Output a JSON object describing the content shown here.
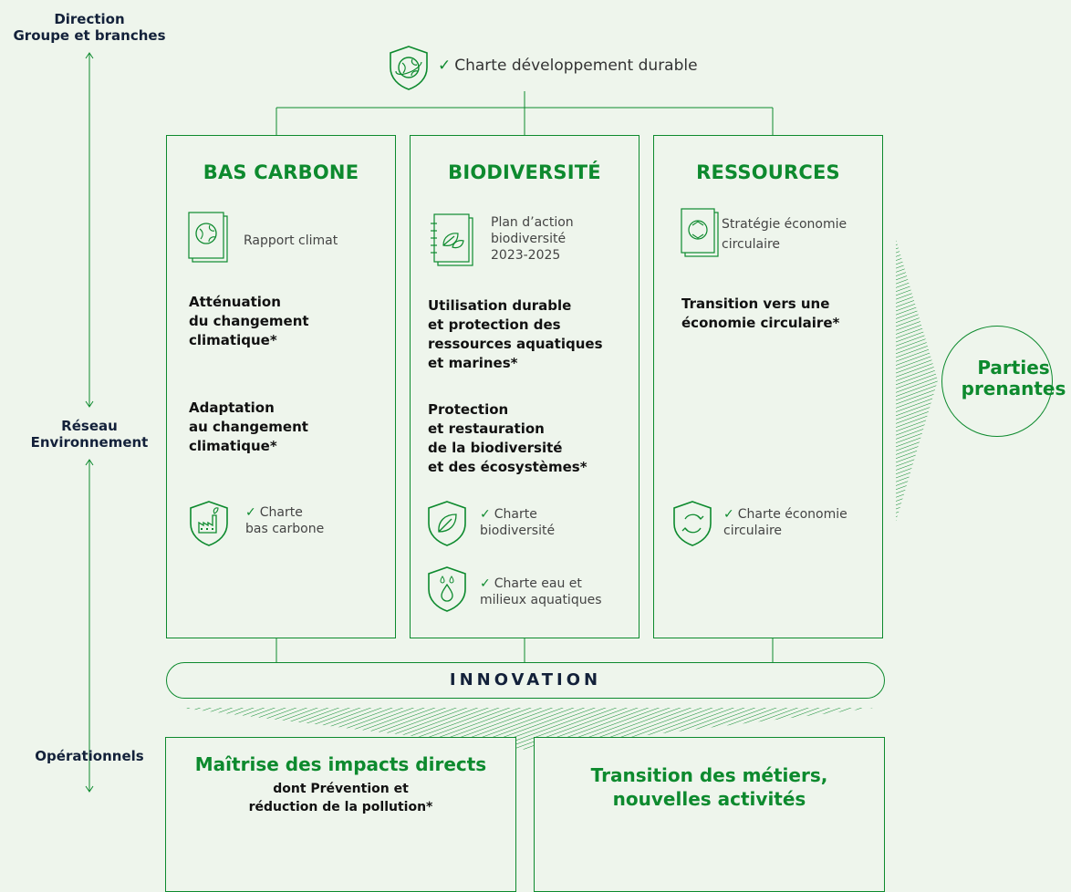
{
  "side": {
    "direction": "Direction\nGroupe et branches",
    "reseau": "Réseau\nEnvironnement",
    "operationnels": "Opérationnels"
  },
  "top_charter": {
    "label": "Charte développement durable",
    "icon": "globe-shield-icon"
  },
  "columns": [
    {
      "title": "BAS CARBONE",
      "document": {
        "label": "Rapport climat",
        "icon": "globe-document-icon"
      },
      "objectives": [
        "Atténuation\ndu changement\nclimatique*",
        "Adaptation\nau changement\nclimatique*"
      ],
      "charters": [
        {
          "label": "Charte\nbas carbone",
          "icon": "factory-shield-icon"
        }
      ]
    },
    {
      "title": "BIODIVERSITÉ",
      "document": {
        "label": "Plan d’action\nbiodiversité\n2023-2025",
        "icon": "leaf-notebook-icon"
      },
      "objectives": [
        "Utilisation durable\net protection des\nressources aquatiques\net marines*",
        "Protection\net restauration\nde la biodiversité\net des écosystèmes*"
      ],
      "charters": [
        {
          "label": "Charte\nbiodiversité",
          "icon": "leaf-shield-icon"
        },
        {
          "label": "Charte eau et\nmilieux aquatiques",
          "icon": "water-shield-icon"
        }
      ]
    },
    {
      "title": "RESSOURCES",
      "document": {
        "label": "Stratégie économie\ncirculaire",
        "icon": "recycle-document-icon"
      },
      "objectives": [
        "Transition vers une\néconomie circulaire*"
      ],
      "charters": [
        {
          "label": "Charte économie\ncirculaire",
          "icon": "cycle-shield-icon"
        }
      ]
    }
  ],
  "innovation": "INNOVATION",
  "stakeholders": "Parties\nprenantes",
  "bottom": [
    {
      "title": "Maîtrise des impacts directs",
      "subtitle": "dont Prévention et\nréduction de la pollution*"
    },
    {
      "title": "Transition des métiers,\nnouvelles activités"
    }
  ],
  "colors": {
    "accent": "#0d8a2e",
    "background": "#eef5ec",
    "text": "#111111"
  }
}
